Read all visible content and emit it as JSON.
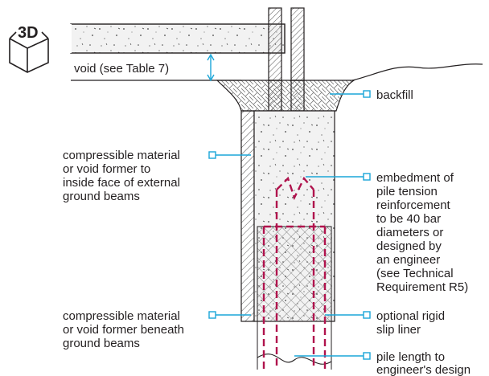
{
  "badge": {
    "text": "3D",
    "icon": "3d-cube-icon"
  },
  "colors": {
    "line": "#231f20",
    "leader": "#1aa6d8",
    "rebar": "#b0134d",
    "concrete": "#eeeeee",
    "hatch": "#555555"
  },
  "labels": {
    "void": "void (see Table 7)",
    "backfill": "backfill",
    "compressible_top": [
      "compressible material",
      "or void former to",
      "inside face of external",
      "ground beams"
    ],
    "embedment": [
      "embedment of",
      "pile tension",
      "reinforcement",
      "to be 40 bar",
      "diameters or",
      "designed by",
      "an engineer",
      "(see Technical",
      "Requirement R5)"
    ],
    "compressible_bottom": [
      "compressible material",
      "or void former beneath",
      "ground beams"
    ],
    "slip_liner": [
      "optional rigid",
      "slip liner"
    ],
    "pile_length": [
      "pile length to",
      "engineer's design"
    ]
  }
}
